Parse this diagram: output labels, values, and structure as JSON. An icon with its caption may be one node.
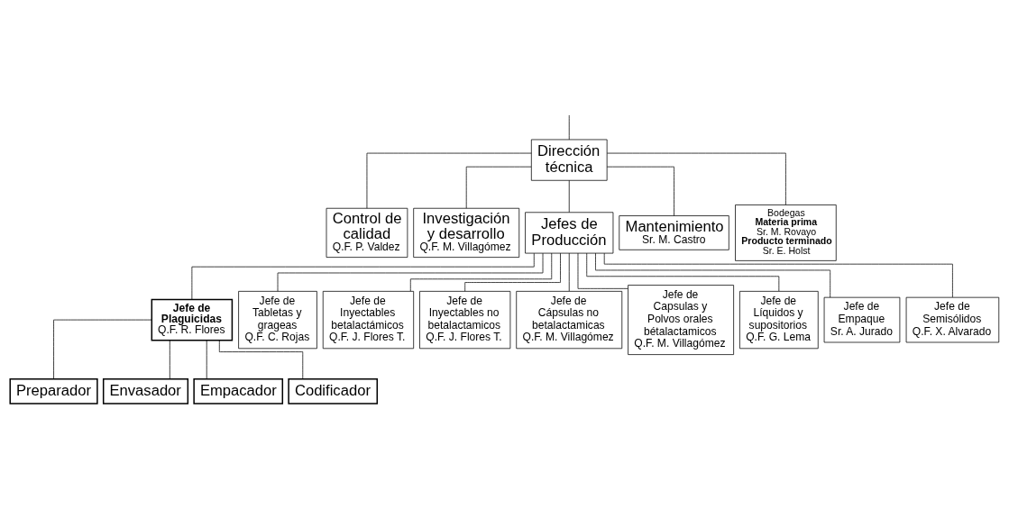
{
  "diagram": {
    "nodes": [
      {
        "text": [
          "Dirección técnica"
        ]
      },
      {
        "text": [
          "Control de calidad",
          "Q.F. P. Valdez"
        ]
      },
      {
        "text": [
          "Investigación y desarrollo",
          "Q.F. M. Villagómez"
        ]
      },
      {
        "text": [
          "Jefes de Producción"
        ]
      },
      {
        "text": [
          "Mantenimiento",
          "Sr. M. Castro"
        ]
      },
      {
        "text": [
          "Bodegas",
          "Materia prima",
          "Sr. M. Rovayo",
          "Producto terminado",
          "Sr. E. Holst"
        ]
      },
      {
        "text": [
          "Jefe de Plaguicidas",
          "Q.F. R. Flores"
        ]
      },
      {
        "text": [
          "Jefe de Tabletas y grageas",
          "Q.F. C. Rojas"
        ]
      },
      {
        "text": [
          "Jefe de Inyectables betalactámicos",
          "Q.F. J. Flores T."
        ]
      },
      {
        "text": [
          "Jefe de Inyectables no betalactamicos",
          "Q.F. J. Flores T."
        ]
      },
      {
        "text": [
          "Jefe de Cápsulas no betalactamicas",
          "Q.F. M. Villagómez"
        ]
      },
      {
        "text": [
          "Jefe de Capsulas y Polvos orales bétalactamicos",
          "Q.F. M. Villagómez"
        ]
      },
      {
        "text": [
          "Jefe de Líquidos y supositorios",
          "Q.F. G. Lema"
        ]
      },
      {
        "text": [
          "Jefe de Empaque",
          "Sr. A. Jurado"
        ]
      },
      {
        "text": [
          "Jefe de Semisólidos",
          "Q.F. X. Alvarado"
        ]
      },
      {
        "text": [
          "Preparador"
        ]
      },
      {
        "text": [
          "Envasador"
        ]
      },
      {
        "text": [
          "Empacador"
        ]
      },
      {
        "text": [
          "Codificador"
        ]
      }
    ],
    "edges": [
      {
        "from": null,
        "to": 0,
        "arrow": "none"
      },
      {
        "from": 0,
        "to": 1,
        "arrow": "none"
      },
      {
        "from": 0,
        "to": 2,
        "arrow": "none"
      },
      {
        "from": 0,
        "to": 3,
        "arrow": "none"
      },
      {
        "from": 0,
        "to": 4,
        "arrow": "none"
      },
      {
        "from": 0,
        "to": 5,
        "arrow": "none"
      },
      {
        "from": 3,
        "to": 6,
        "arrow": "none"
      },
      {
        "from": 3,
        "to": 7,
        "arrow": "none"
      },
      {
        "from": 3,
        "to": 8,
        "arrow": "none"
      },
      {
        "from": 3,
        "to": 9,
        "arrow": "none"
      },
      {
        "from": 3,
        "to": 10,
        "arrow": "none"
      },
      {
        "from": 3,
        "to": 11,
        "arrow": "none"
      },
      {
        "from": 3,
        "to": 12,
        "arrow": "none"
      },
      {
        "from": 3,
        "to": 13,
        "arrow": "none"
      },
      {
        "from": 3,
        "to": 14,
        "arrow": "none"
      },
      {
        "from": 6,
        "to": 15,
        "arrow": "none"
      },
      {
        "from": 6,
        "to": 16,
        "arrow": "none"
      },
      {
        "from": 6,
        "to": 17,
        "arrow": "none"
      },
      {
        "from": 6,
        "to": 18,
        "arrow": "none"
      }
    ]
  }
}
